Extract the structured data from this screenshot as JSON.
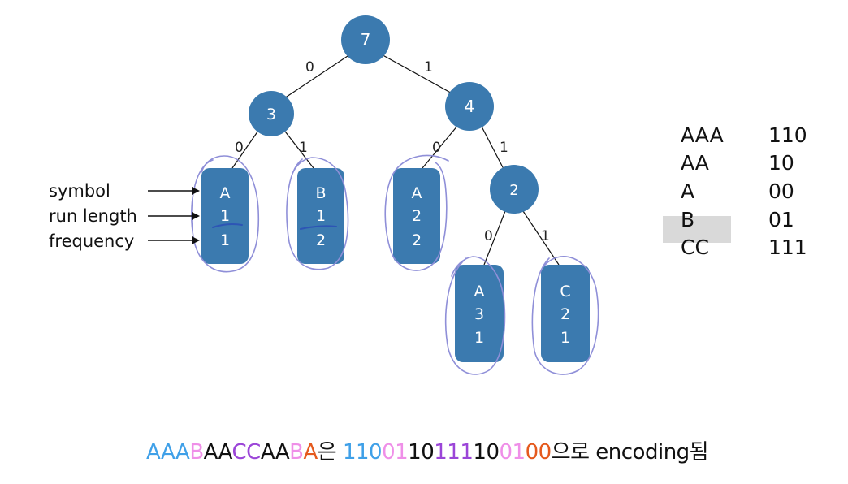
{
  "colors": {
    "node_fill": "#3b7aaf",
    "edge": "#111111",
    "circle_mark": "#8f8fd8",
    "underline_mark": "#2d55b5",
    "highlight": "#d9d9d9"
  },
  "tree": {
    "root": "7",
    "left": "3",
    "right": "4",
    "right_right": "2",
    "edges": {
      "root_left": "0",
      "root_right": "1",
      "n3_left": "0",
      "n3_right": "1",
      "n4_left": "0",
      "n4_right": "1",
      "n2_left": "0",
      "n2_right": "1"
    },
    "leaves": [
      {
        "symbol": "A",
        "run": "1",
        "freq": "1"
      },
      {
        "symbol": "B",
        "run": "1",
        "freq": "2"
      },
      {
        "symbol": "A",
        "run": "2",
        "freq": "2"
      },
      {
        "symbol": "A",
        "run": "3",
        "freq": "1"
      },
      {
        "symbol": "C",
        "run": "2",
        "freq": "1"
      }
    ]
  },
  "legend": {
    "symbol": "symbol",
    "run_length": "run length",
    "frequency": "frequency"
  },
  "codes": [
    {
      "key": "AAA",
      "code": "110"
    },
    {
      "key": "AA",
      "code": "10"
    },
    {
      "key": "A",
      "code": "00"
    },
    {
      "key": "B",
      "code": "01"
    },
    {
      "key": "CC",
      "code": "111"
    }
  ],
  "bottom_text": {
    "input_segments": [
      {
        "text": "AAA",
        "color": "#3fa0e8"
      },
      {
        "text": "B",
        "color": "#ef8fe8"
      },
      {
        "text": "AA",
        "color": "#111111"
      },
      {
        "text": "CC",
        "color": "#9b45d8"
      },
      {
        "text": "AA",
        "color": "#111111"
      },
      {
        "text": "B",
        "color": "#ef8fe8"
      },
      {
        "text": "A",
        "color": "#e55a1e"
      }
    ],
    "connector": "은 ",
    "output_segments": [
      {
        "text": "110",
        "color": "#3fa0e8"
      },
      {
        "text": "01",
        "color": "#ef8fe8"
      },
      {
        "text": "10",
        "color": "#111111"
      },
      {
        "text": "111",
        "color": "#9b45d8"
      },
      {
        "text": "10",
        "color": "#111111"
      },
      {
        "text": "01",
        "color": "#ef8fe8"
      },
      {
        "text": "00",
        "color": "#e55a1e"
      }
    ],
    "suffix": "으로 encoding됨"
  }
}
